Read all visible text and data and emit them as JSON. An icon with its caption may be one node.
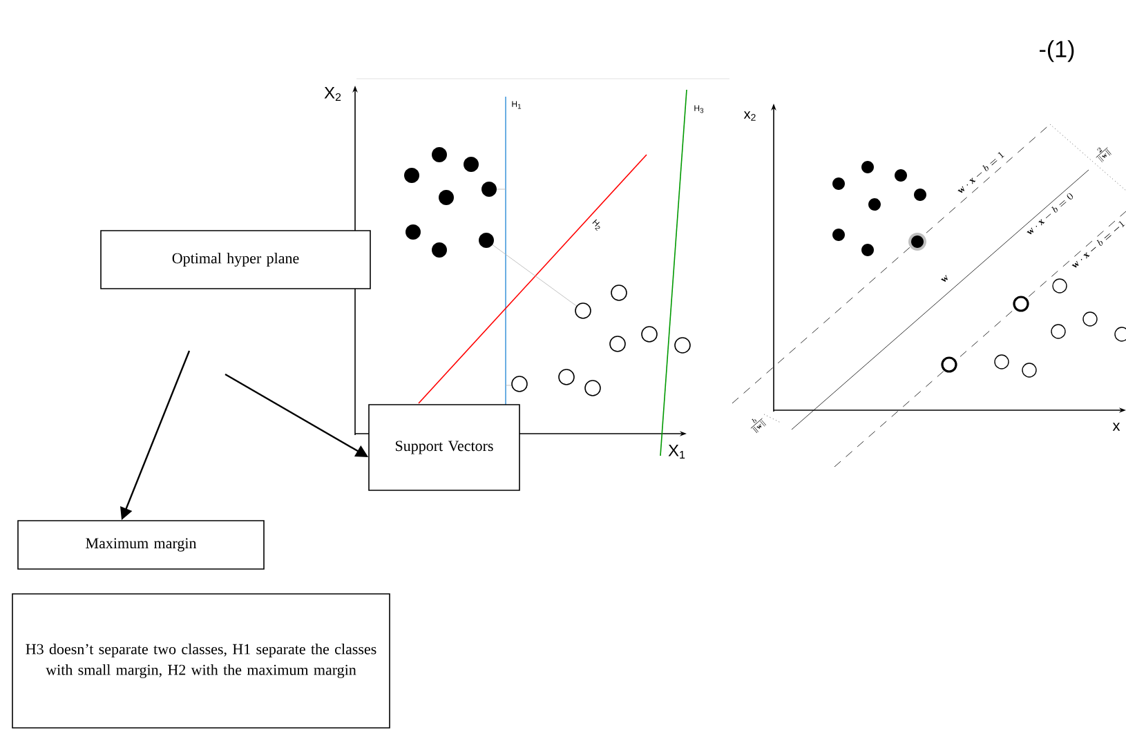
{
  "diagram": {
    "nodes": [
      {
        "text": [
          "Optimal hyper plane"
        ]
      },
      {
        "text": [
          "Support Vectors"
        ]
      },
      {
        "text": [
          "Maximum margin"
        ]
      },
      {
        "text": [
          "H3 doesn’t separate two classes, H1 separate the classes with small margin, H2 with the maximum margin"
        ]
      }
    ],
    "edges": [
      {
        "from": null,
        "to": 2,
        "arrow": "to"
      },
      {
        "from": null,
        "to": 1,
        "arrow": "to"
      }
    ],
    "labels": [
      "-(1)",
      "X$_{2}$",
      "H$_{1}$",
      "H$_{3}$",
      "H$_{2}$",
      "X$_{1}$",
      "x$_{2}$",
      "\\mathbf{w}\\cdot\\mathbf{x}-b=1",
      "\\frac{2}{\\|\\mathbf{w}\\|}",
      "\\mathbf{w}\\cdot\\mathbf{x}-b=0",
      "\\mathbf{w}\\cdot\\mathbf{x}-b=-1",
      "\\mathbf{w}",
      "x",
      "\\frac{b}{\\|\\mathbf{w}\\|}"
    ]
  }
}
